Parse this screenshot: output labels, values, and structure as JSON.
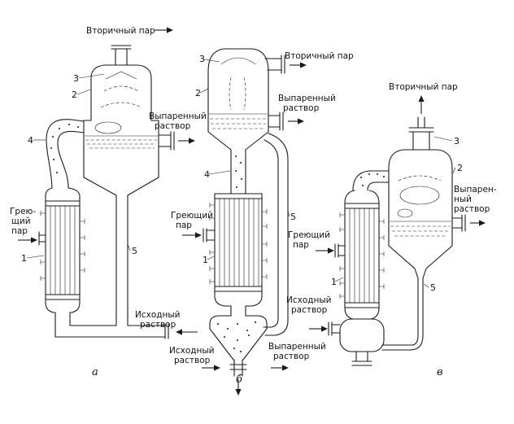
{
  "figure": {
    "background": "#ffffff",
    "ink": "#1a1a1a",
    "diagrams": [
      {
        "caption": "а",
        "labels": {
          "secondary_steam": [
            "Вторичный пар"
          ],
          "evaporated_solution": [
            "Выпаренный",
            "раствор"
          ],
          "heating_steam": [
            "Грею-",
            "щий",
            "пар"
          ],
          "feed_solution": [
            "Исходный",
            "раствор"
          ]
        },
        "parts": {
          "p1": "1",
          "p2": "2",
          "p3": "3",
          "p4": "4",
          "p5": "5"
        }
      },
      {
        "caption": "б",
        "labels": {
          "secondary_steam": [
            "Вторичный пар"
          ],
          "evaporated_solution": [
            "Выпаренный",
            "раствор"
          ],
          "heating_steam": [
            "Греющий",
            "пар"
          ],
          "feed_solution": [
            "Исходный",
            "раствор"
          ],
          "evaporated_solution_bottom": [
            "Выпаренный",
            "раствор"
          ]
        },
        "parts": {
          "p1": "1",
          "p2": "2",
          "p3": "3",
          "p4": "4",
          "p5": "5"
        }
      },
      {
        "caption": "в",
        "labels": {
          "secondary_steam": [
            "Вторичный пар"
          ],
          "evaporated_solution": [
            "Выпарен-",
            "ный",
            "раствор"
          ],
          "heating_steam": [
            "Греющий",
            "пар"
          ],
          "feed_solution": [
            "Исходный",
            "раствор"
          ]
        },
        "parts": {
          "p1": "1",
          "p2": "2",
          "p3": "3",
          "p5": "5"
        }
      }
    ]
  }
}
